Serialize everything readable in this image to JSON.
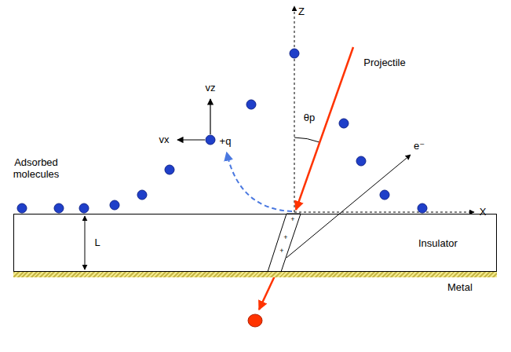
{
  "diagram": {
    "nodes": [
      {
        "text": [
          "Insulator"
        ]
      },
      {
        "text": [
          "Metal"
        ]
      }
    ],
    "labels": [
      "Z",
      "Projectile",
      "θp",
      "vz",
      "vx",
      "+q",
      "e⁻",
      "Adsorbed molecules",
      "X",
      "L",
      "+",
      "+",
      "+"
    ]
  }
}
